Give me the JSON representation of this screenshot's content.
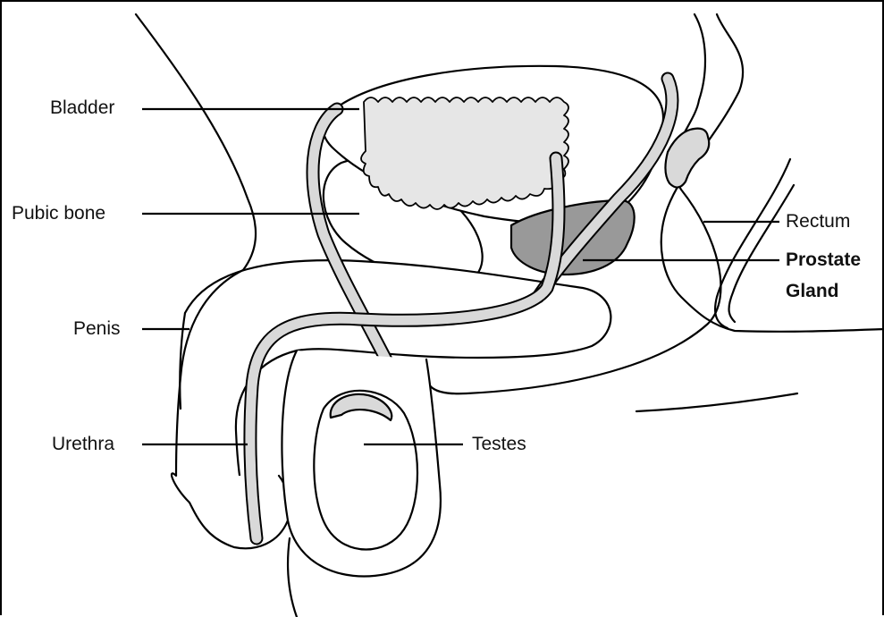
{
  "labels": {
    "bladder": "Bladder",
    "pubic_bone": "Pubic bone",
    "penis": "Penis",
    "urethra": "Urethra",
    "testes": "Testes",
    "rectum": "Rectum",
    "prostate_line1": "Prostate",
    "prostate_line2": "Gland"
  },
  "colors": {
    "outline": "#000000",
    "tissue_fill": "#ffffff",
    "duct_fill": "#d9d9d9",
    "bladder_fill": "#e6e6e6",
    "prostate_fill": "#999999"
  }
}
